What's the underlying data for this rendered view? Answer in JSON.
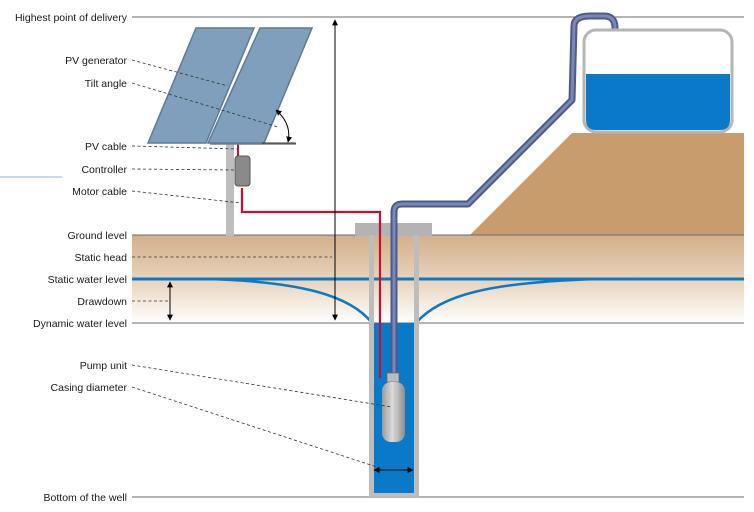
{
  "labels": {
    "highest_point": "Highest point of delivery",
    "pv_generator": "PV generator",
    "tilt_angle": "Tilt angle",
    "pv_cable": "PV cable",
    "controller": "Controller",
    "motor_cable": "Motor cable",
    "ground_level": "Ground level",
    "static_head": "Static head",
    "static_water_level": "Static water level",
    "drawdown": "Drawdown",
    "dynamic_water_level": "Dynamic water level",
    "pump_unit": "Pump unit",
    "casing_diameter": "Casing diameter",
    "bottom_of_well": "Bottom of the well"
  },
  "colors": {
    "panel": "#7f9fbd",
    "water": "#0a7ac8",
    "soil": "#d4b590",
    "embankment": "#c89a6c",
    "pipe": "#5b6a9a",
    "cable": "#c8102e",
    "casing": "#bdbdbd",
    "line": "#5a5a5a"
  }
}
